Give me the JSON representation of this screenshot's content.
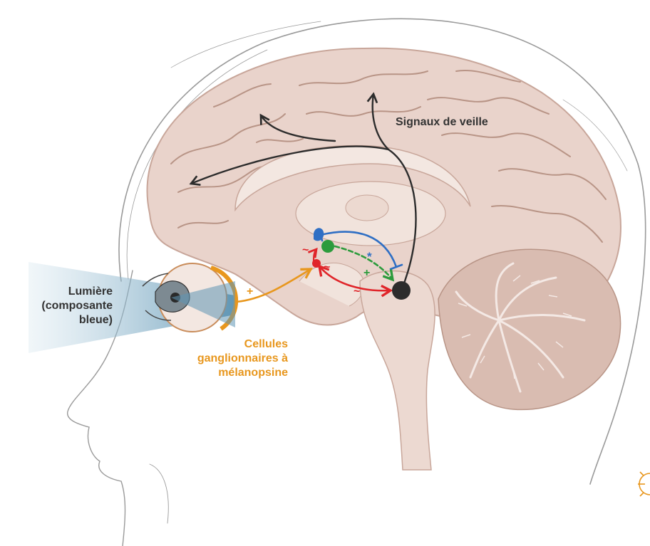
{
  "labels": {
    "light": [
      "Lumière",
      "(composante",
      "bleue)"
    ],
    "cells": [
      "Cellules",
      "ganglionnaires à",
      "mélanopsine"
    ],
    "wake_signals": "Signaux de veille"
  },
  "marks": {
    "plus": "+",
    "tilde": "~",
    "asterisk": "*"
  },
  "colors": {
    "orange": "#e8971e",
    "blue": "#2f6fc4",
    "green": "#2c9b3c",
    "red": "#e0252a",
    "dark": "#2c2c2c",
    "brain": "#e9d3cb",
    "gyri_lines": "#b89486"
  }
}
